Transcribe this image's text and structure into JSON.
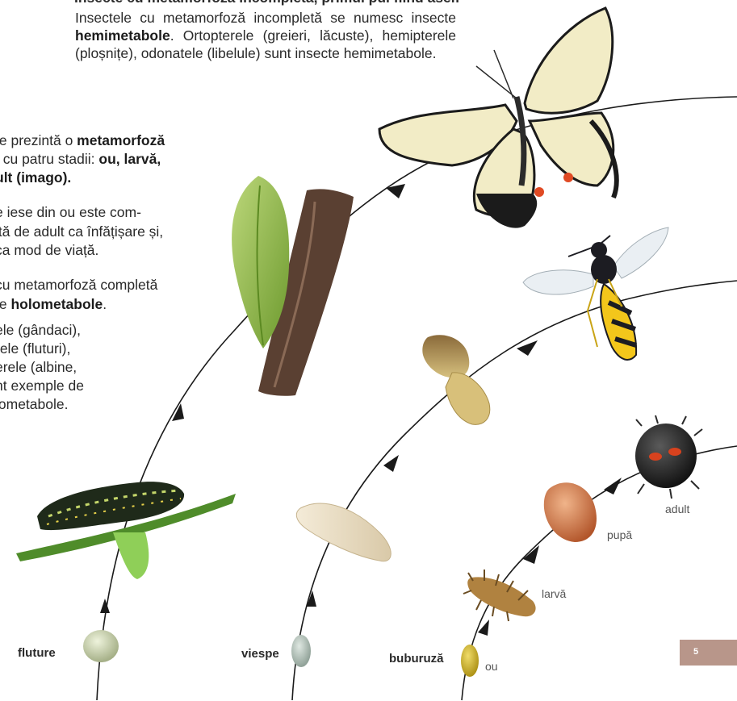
{
  "hemi_paragraph": {
    "p1": "Insectele cu metamorfoză incompletă se numesc insecte ",
    "p1_bold": "hemimetabole",
    "p2": ". Ortopterele (greieri, lăcuste), hemipterele (ploșnițe), odonatele (libelule) sunt insecte hemimetabole."
  },
  "left_column": {
    "l1a": "te prezintă o ",
    "l1b": "metamorfoză",
    "l2a": ", cu patru stadii: ",
    "l2b": "ou, larvă,",
    "l3": "ult (imago).",
    "l4": "e iese din ou este com-",
    "l5": "ită de adult ca înfățișare și,",
    "l6": "ca mod de viață.",
    "l7": "cu metamorfoză completă",
    "l8a": "te ",
    "l8b": "holometabole",
    "l8c": ".",
    "l9": "ele (gândaci),",
    "l10": "rele (fluturi),",
    "l11": "erele (albine,",
    "l12": "nt exemple de",
    "l13": "lometabole."
  },
  "cycles": {
    "fluture": "fluture",
    "viespe": "viespe",
    "buburuza": "buburuză"
  },
  "stages": {
    "ou": "ou",
    "larva": "larvă",
    "pupa": "pupă",
    "adult": "adult"
  },
  "page_number": "5",
  "colors": {
    "page_tag": "#b8968a",
    "arrow": "#1a1a1a"
  }
}
